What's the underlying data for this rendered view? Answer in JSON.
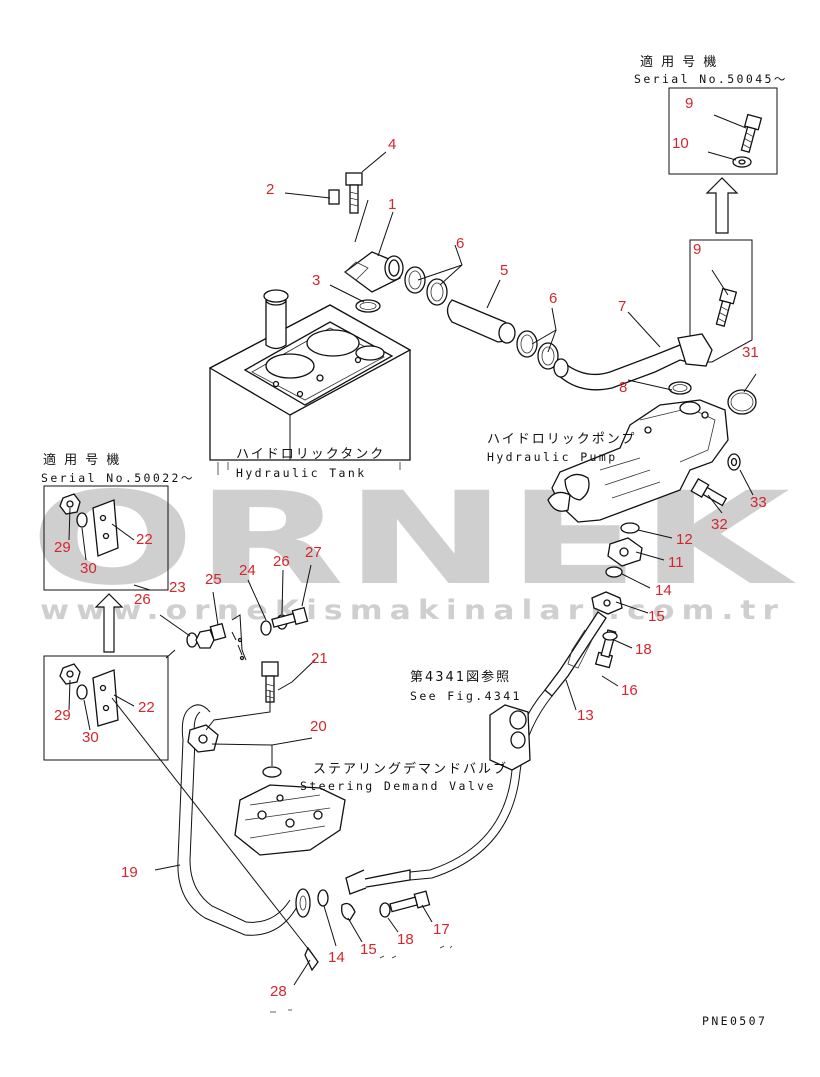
{
  "colors": {
    "callout": "#d4262c",
    "ink": "#111111",
    "watermark": "#cfcfcf"
  },
  "watermark": {
    "brand": "ORNEK",
    "url": "www.orneKismakinalari.com.tr"
  },
  "notes": {
    "serial_top_jp": "適 用 号 機",
    "serial_top": "Serial No.50045～",
    "serial_left_jp": "適 用 号 機",
    "serial_left": "Serial No.50022～",
    "tank_jp": "ハイドロリックタンク",
    "tank_en": "Hydraulic Tank",
    "pump_jp": "ハイドロリックポンプ",
    "pump_en": "Hydraulic Pump",
    "see_fig_jp": "第4341図参照",
    "see_fig_en": "See Fig.4341",
    "steering_jp": "ステアリングデマンドバルブ",
    "steering_en": "Steering Demand Valve",
    "page_code": "PNE0507"
  },
  "callouts": [
    {
      "id": "c1",
      "text": "1"
    },
    {
      "id": "c2",
      "text": "2"
    },
    {
      "id": "c3",
      "text": "3"
    },
    {
      "id": "c4",
      "text": "4"
    },
    {
      "id": "c5",
      "text": "5"
    },
    {
      "id": "c6a",
      "text": "6"
    },
    {
      "id": "c6b",
      "text": "6"
    },
    {
      "id": "c7",
      "text": "7"
    },
    {
      "id": "c8",
      "text": "8"
    },
    {
      "id": "c9a",
      "text": "9"
    },
    {
      "id": "c10",
      "text": "10"
    },
    {
      "id": "c9b",
      "text": "9"
    },
    {
      "id": "c31",
      "text": "31"
    },
    {
      "id": "c32",
      "text": "32"
    },
    {
      "id": "c33",
      "text": "33"
    },
    {
      "id": "c12",
      "text": "12"
    },
    {
      "id": "c11",
      "text": "11"
    },
    {
      "id": "c14a",
      "text": "14"
    },
    {
      "id": "c15a",
      "text": "15"
    },
    {
      "id": "c18a",
      "text": "18"
    },
    {
      "id": "c16",
      "text": "16"
    },
    {
      "id": "c13",
      "text": "13"
    },
    {
      "id": "c29a",
      "text": "29"
    },
    {
      "id": "c30a",
      "text": "30"
    },
    {
      "id": "c22a",
      "text": "22"
    },
    {
      "id": "c23",
      "text": "23"
    },
    {
      "id": "c25",
      "text": "25"
    },
    {
      "id": "c26a",
      "text": "26"
    },
    {
      "id": "c24",
      "text": "24"
    },
    {
      "id": "c26b",
      "text": "26"
    },
    {
      "id": "c27",
      "text": "27"
    },
    {
      "id": "c21",
      "text": "21"
    },
    {
      "id": "c29b",
      "text": "29"
    },
    {
      "id": "c30b",
      "text": "30"
    },
    {
      "id": "c22b",
      "text": "22"
    },
    {
      "id": "c20",
      "text": "20"
    },
    {
      "id": "c19",
      "text": "19"
    },
    {
      "id": "c17",
      "text": "17"
    },
    {
      "id": "c14b",
      "text": "14"
    },
    {
      "id": "c15b",
      "text": "15"
    },
    {
      "id": "c18b",
      "text": "18"
    },
    {
      "id": "c28",
      "text": "28"
    }
  ]
}
